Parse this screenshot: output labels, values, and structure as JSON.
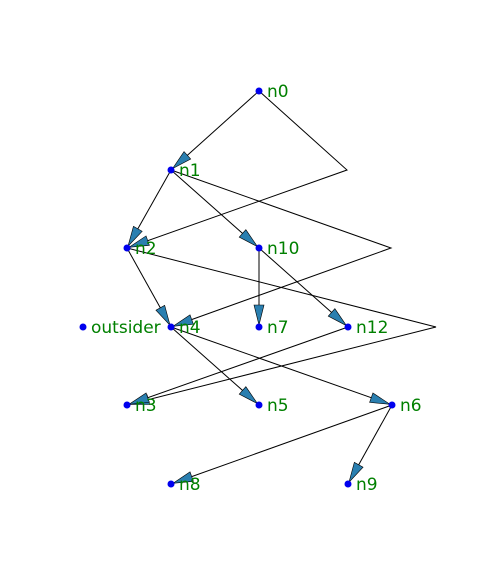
{
  "colors": {
    "node": "#0000ee",
    "label": "#008000",
    "edge": "#000000",
    "arrow_fill": "#2a7fb0",
    "background": "#ffffff"
  },
  "nodes": [
    {
      "id": "n0",
      "label": "n0"
    },
    {
      "id": "n1",
      "label": "n1"
    },
    {
      "id": "n2",
      "label": "n2"
    },
    {
      "id": "n10",
      "label": "n10"
    },
    {
      "id": "outsider",
      "label": "outsider"
    },
    {
      "id": "n4",
      "label": "n4"
    },
    {
      "id": "n7",
      "label": "n7"
    },
    {
      "id": "n12",
      "label": "n12"
    },
    {
      "id": "n3",
      "label": "n3"
    },
    {
      "id": "n5",
      "label": "n5"
    },
    {
      "id": "n6",
      "label": "n6"
    },
    {
      "id": "n8",
      "label": "n8"
    },
    {
      "id": "n9",
      "label": "n9"
    }
  ],
  "edges": [
    {
      "from": "n0",
      "to": "n1"
    },
    {
      "from": "n0",
      "to": "n2"
    },
    {
      "from": "n1",
      "to": "n2"
    },
    {
      "from": "n1",
      "to": "n10"
    },
    {
      "from": "n1",
      "to": "n4"
    },
    {
      "from": "n2",
      "to": "n4"
    },
    {
      "from": "n2",
      "to": "n3"
    },
    {
      "from": "n10",
      "to": "n7"
    },
    {
      "from": "n10",
      "to": "n12"
    },
    {
      "from": "n4",
      "to": "n5"
    },
    {
      "from": "n4",
      "to": "n6"
    },
    {
      "from": "n12",
      "to": "n3"
    },
    {
      "from": "n6",
      "to": "n8"
    },
    {
      "from": "n6",
      "to": "n9"
    }
  ]
}
